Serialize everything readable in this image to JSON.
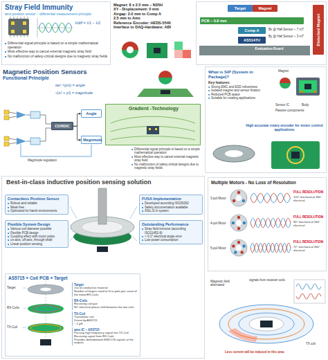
{
  "diagram": {
    "nodes": [
      {
        "text": [
          "Stray Field Immunity",
          "ams position sensor – differential measurement principle",
          "Differential signal principle is based on a simple mathematical operation",
          "Most effective way to cancel external magnetic stray field",
          "No malfunction of safety-critical designs due to magnetic stray fields"
        ]
      },
      {
        "text": [
          "Magnet: 8 x 2.5 mm – N35H",
          "XY - Displacement: 0 mm",
          "Airgap: 2.0 mm to Comp A",
          "2.5 mm to Ams",
          "Reference Encoder: HEDS-5540",
          "Interface to DAQ-Hardware: ABI"
        ]
      },
      {
        "text": [
          "Evaluation Board"
        ]
      },
      {
        "text": [
          "Target"
        ],
        "in": 2
      },
      {
        "text": [
          "Magnet"
        ],
        "in": 2
      },
      {
        "text": [
          "PCB – 0.8 mm"
        ],
        "in": 2
      },
      {
        "text": [
          "Comp A"
        ],
        "in": 2
      },
      {
        "text": [
          "AS5147U"
        ],
        "in": 2
      },
      {
        "text": [
          "Disturbed Magnet"
        ],
        "in": 2
      },
      {
        "text": [
          "Magnetic Position Sensors",
          "Functional Principle"
        ]
      },
      {
        "text": [
          "CORDIC"
        ],
        "in": 9
      },
      {
        "text": [
          "Angle"
        ],
        "in": 9
      },
      {
        "text": [
          "Magnitude"
        ],
        "in": 9
      },
      {
        "text": [
          "Gradient -Technology"
        ]
      },
      {
        "text": [
          "What is SiP (System in Package)?",
          "Key features:",
          "Strong EMC and ESD robustness",
          "Isolated magnet and sensor fixation",
          "Reduced PCB space",
          "Suitable for rotating applications",
          "High accurate rotary encoder for motor control applications"
        ]
      },
      {
        "text": [
          "Best-in-class inductive position sensing solution"
        ]
      },
      {
        "text": [
          "Contactless Position Sensor",
          "Robust and reliable",
          "Wear-free",
          "Optimized for harsh environments"
        ],
        "in": 15
      },
      {
        "text": [
          "FUSA Implementation",
          "Developed according ISO26262",
          "Safety documentation available",
          "ASIL-D in system"
        ],
        "in": 15
      },
      {
        "text": [
          "Flexible System Design",
          "Various coil diameter possible",
          "Flexible PCB design",
          "Coupling effect with motor poles",
          "on-axis, off-axis, through-shaft",
          "Linear position sensing"
        ],
        "in": 15
      },
      {
        "text": [
          "Outstanding Performance",
          "Stray field immune (according ISO11452-8)",
          "< 0.1° electrical angle error",
          "Low power consumption"
        ],
        "in": 15
      },
      {
        "text": [
          "AS5715 + Coil PCB + Target"
        ],
        "in": 15
      },
      {
        "text": [
          "Target",
          "Out of conductive material",
          "Number of fingers need to fit to pole pair count of the motor/RX-Coils"
        ],
        "in": 20
      },
      {
        "text": [
          "RX-Coils",
          "Receiving coil pair",
          "90° electrical phase shift between the two coils"
        ],
        "in": 20
      },
      {
        "text": [
          "TX-Coil",
          "Transmitter coil",
          "Driven by AS5715",
          "~ 2 μH"
        ],
        "in": 20
      },
      {
        "text": [
          "ams IC – AS5715",
          "Passing high frequency signal into TX-Coil",
          "Receiving signal from RX-Coils",
          "Provides demodulated SIN/COS signals at the outputs"
        ],
        "in": 20
      },
      {
        "text": [
          "Multiple Motors - No Loss of Resolution"
        ]
      }
    ],
    "edges": [
      {
        "from": 10,
        "to": 11,
        "arrow": "to"
      },
      {
        "from": 10,
        "to": 12,
        "arrow": "to"
      }
    ],
    "labels": [
      "Vdiff = V1 − V2",
      "Bx @ Hall Sensor ~ 7 mT",
      "By @ Hall Sensor ~ 3 mT",
      "tan⁻¹(y/x) = angle",
      "√(x² + y²) = magnitude",
      "Magnitude regulation",
      "Differential signal principle is based on a simple mathematical operation",
      "Most effective way to cancel external magnetic stray field",
      "No malfunction of safety-critical designs due to magnetic stray fields",
      "Magnet",
      "Sensor IC",
      "Body",
      "Passive components",
      "Target",
      "RX-Coils",
      "TX-Coil",
      "3-pol Motor",
      "4-pol Motor",
      "5-pol Motor",
      "FULL RESOLUTION",
      "120° mechanical 360° electrical",
      "FULL RESOLUTION",
      "90° mechanical 360° electrical",
      "FULL RESOLUTION",
      "72° mechanical 360° electrical",
      "signals from receiver coils",
      "Magnetic field alternated",
      "Less current will be induced in this area",
      "TX coil"
    ]
  }
}
